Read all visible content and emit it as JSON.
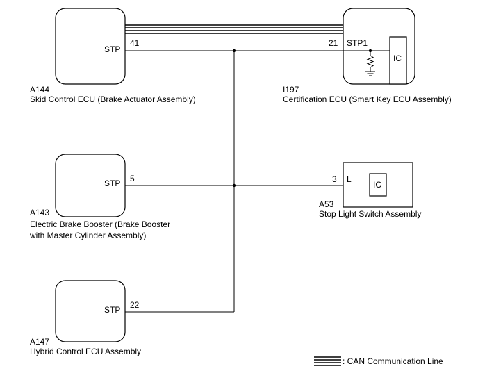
{
  "components": {
    "a144": {
      "code": "A144",
      "name": "Skid Control ECU (Brake Actuator Assembly)",
      "terminal_name": "STP",
      "pin": "41"
    },
    "i197": {
      "code": "I197",
      "name": "Certification ECU (Smart Key ECU Assembly)",
      "terminal_name": "STP1",
      "pin": "21",
      "ic_label": "IC"
    },
    "a143": {
      "code": "A143",
      "name_line1": "Electric Brake Booster (Brake Booster",
      "name_line2": "with Master Cylinder Assembly)",
      "terminal_name": "STP",
      "pin": "5"
    },
    "a53": {
      "code": "A53",
      "name": "Stop Light Switch Assembly",
      "terminal_name": "L",
      "pin": "3",
      "ic_label": "IC"
    },
    "a147": {
      "code": "A147",
      "name": "Hybrid Control ECU Assembly",
      "terminal_name": "STP",
      "pin": "22"
    }
  },
  "legend": {
    "text": ": CAN Communication Line"
  },
  "icons": [
    "resistor-icon",
    "ground-icon",
    "junction-dot-icon",
    "can-bus-line-icon"
  ]
}
